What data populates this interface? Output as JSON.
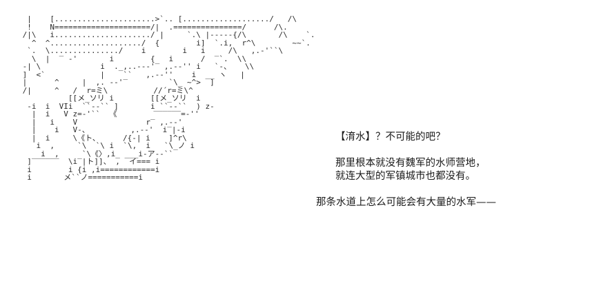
{
  "meta": {
    "background_color": "#ffffff",
    "text_color": "#1a1a1a",
    "art_color": "#2a2a2a"
  },
  "art": {
    "name": "ascii-art-character",
    "description": "text-art illustration of a character",
    "lines": [
      "  |    [......................>`.. [.................../   /\\",
      "  !    N=====================/|  .===============/      /\\.",
      " /|\\   i...................../ |     `.\\ |-----{/\\       /\\    `.",
      "   ^  ^..................../  {        i]  `.i,  r^\\        ~~`.",
      "  `.  \\.............../    i        i   i     /\\   ,.-'``\\",
      "   \\  |  ‾ -'       i        {   i      /  ‾`.  \\\\",
      " -| \\             i  ._,..--‐'‾ ,.-‐'' i   `-、   \\\\",
      " ]  <`            |    ``   ,.-‐''    i  __ ヽ   |",
      " |      ^     |  ,. -‐'‾         `\\_ ~^>  ]",
      " /|     ^   /  r=ミ\\          //´r=ミ\\^",
      "           [[メ_ソリ i        [[メ_ソリ  i",
      "  -i  i  VIi  ``--`` ]       i ``--``  ) z-",
      "   |  i   V z=-'``  《        ‾‾‾‾‾‾=-''",
      "   |   i    V               r‾ ,.-‐'",
      "   |    i   V-、         ,.-‐'  i‾|-i",
      "   |  i     \\《ト、     /{-| i    ]^r\\",
      "    i  ,     `\\  `\\ i  `\\,  i   `\\_ノ i",
      "     i  ,     `\\《〉,i_ ___i-ア--``",
      "  ]‾‾‾‾‾‾  \\i‾|ト]]、 ,  イ=== i",
      "  i        i {i ,i============i",
      "  i       メ``ノ===========i"
    ]
  },
  "dialogue": {
    "name": "dialogue-text",
    "speaker_topic": "淯水",
    "blocks": [
      {
        "indent": "q",
        "lines": [
          "【淯水】？不可能的吧？"
        ]
      },
      {
        "indent": "q",
        "lines": [
          "那里根本就没有魏军的水师营地，",
          "就连大型的军镇城市也都没有。"
        ]
      },
      {
        "indent": "neg",
        "lines": [
          "那条水道上怎么可能会有大量的水军——"
        ]
      }
    ]
  }
}
